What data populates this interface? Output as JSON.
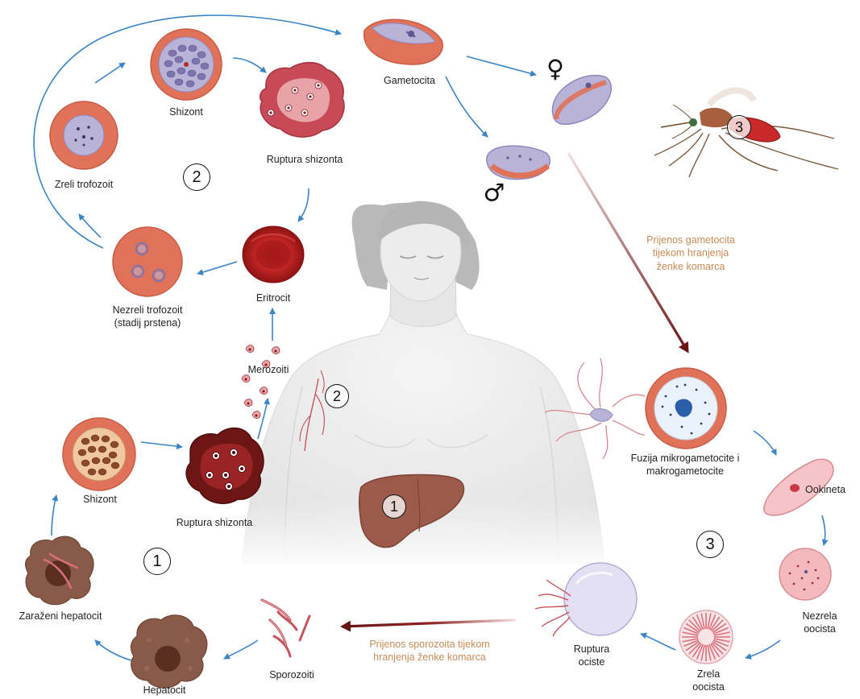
{
  "labels": {
    "gametocita": "Gametocita",
    "shizont_top": "Shizont",
    "ruptura_shizonta_top": "Ruptura shizonta",
    "zreli_trofozoit": "Zreli trofozoit",
    "eritrocit": "Eritrocit",
    "nezreli_trofozoit_1": "Nezreli trofozoit",
    "nezreli_trofozoit_2": "(stadij prstena)",
    "merozoiti": "Merozoiti",
    "shizont_bottom": "Shizont",
    "ruptura_shizonta_bottom": "Ruptura shizonta",
    "zarazeni_hepatocit": "Zaraženi hepatocit",
    "hepatocit": "Hepatocit",
    "sporozoiti": "Sporozoiti",
    "prijenos_sporozoita_1": "Prijenos sporozoita tijekom",
    "prijenos_sporozoita_2": "hranjenja ženke komarca",
    "prijenos_gametocita_1": "Prijenos gametocita",
    "prijenos_gametocita_2": "tijekom hranjenja",
    "prijenos_gametocita_3": "ženke komarca",
    "fuzija_1": "Fuzija mikrogametocite i",
    "fuzija_2": "makrogametocite",
    "ookineta": "Ookineta",
    "nezrela_oocista_1": "Nezrela",
    "nezrela_oocista_2": "oocista",
    "zrela_oocista_1": "Zrela",
    "zrela_oocista_2": "oocista",
    "ruptura_ociste_1": "Ruptura",
    "ruptura_ociste_2": "ociste"
  },
  "stage_numbers": {
    "blood": "2",
    "liver": "1",
    "mosquito": "3",
    "arm_marker": "2",
    "liver_marker": "1",
    "mosquito_marker": "3"
  },
  "symbols": {
    "female": "♀",
    "male": "♂"
  },
  "colors": {
    "cycle_arrow": "#3a84c9",
    "transmission_arrow": "#7a1a1a",
    "transmission_text": "#c98a55",
    "rbc": "#e0725a",
    "parasite": "#b9b3d8",
    "hepatocyte": "#8a5a48",
    "liver": "#9c5c4c",
    "body": "#f0f0f0",
    "hair": "#bdbdbd"
  },
  "icons": [
    "mosquito-icon",
    "liver-icon",
    "human-figure-icon",
    "red-blood-cell-icon",
    "hepatocyte-icon",
    "oocyst-icon",
    "sporozoite-icon"
  ]
}
